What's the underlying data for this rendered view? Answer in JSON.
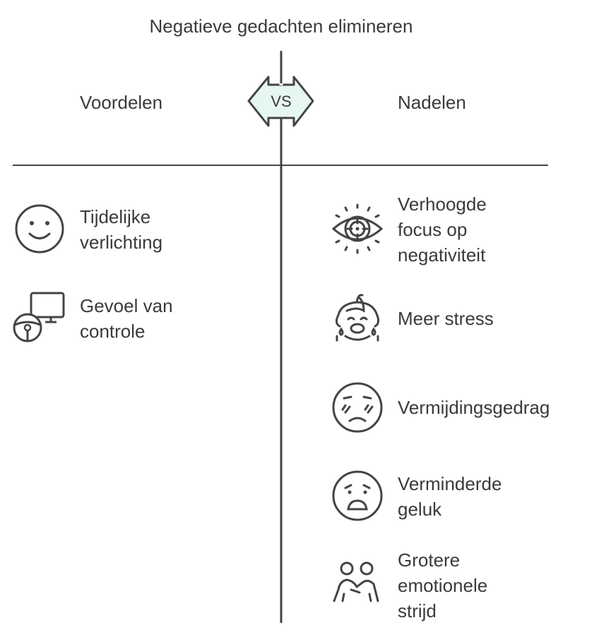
{
  "title": "Negatieve gedachten elimineren",
  "vs_label": "VS",
  "left": {
    "header": "Voordelen",
    "items": [
      {
        "label": "Tijdelijke\nverlichting",
        "icon": "smile-icon"
      },
      {
        "label": "Gevoel van\ncontrole",
        "icon": "steering-wheel-monitor-icon"
      }
    ]
  },
  "right": {
    "header": "Nadelen",
    "items": [
      {
        "label": "Verhoogde\nfocus op\nnegativiteit",
        "icon": "eye-target-icon"
      },
      {
        "label": "Meer stress",
        "icon": "crying-baby-icon"
      },
      {
        "label": "Vermijdingsgedrag",
        "icon": "embarrassed-face-icon"
      },
      {
        "label": "Verminderde\ngeluk",
        "icon": "sad-face-icon"
      },
      {
        "label": "Grotere\nemotionele\nstrijd",
        "icon": "people-struggle-icon"
      }
    ]
  },
  "colors": {
    "text": "#3a3a3a",
    "line": "#444444",
    "vs_fill": "#e6f7ef"
  }
}
